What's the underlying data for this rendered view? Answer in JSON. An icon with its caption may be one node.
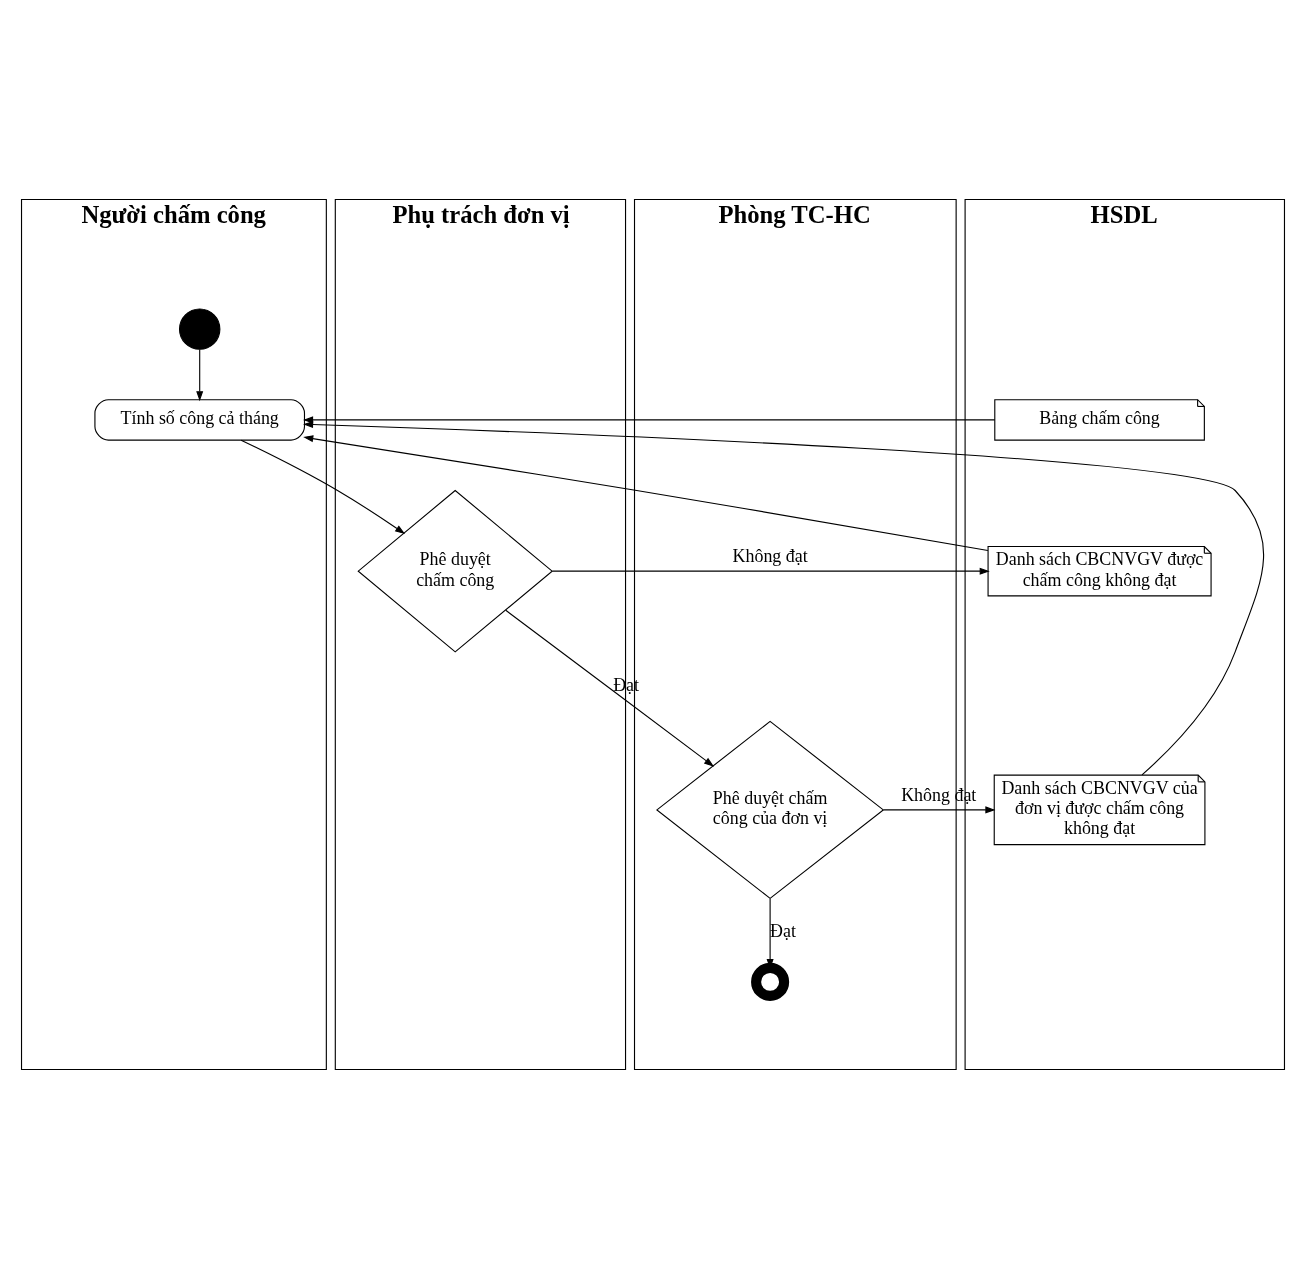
{
  "diagram": {
    "nodes": [
      {
        "text": [
          "Người chấm công"
        ]
      },
      {
        "text": [
          "Phụ trách đơn vị"
        ]
      },
      {
        "text": [
          "Phòng TC-HC"
        ]
      },
      {
        "text": [
          "HSDL"
        ]
      },
      {
        "text": [],
        "shape": "circle",
        "in": 0
      },
      {
        "text": [
          "Tính số công cả tháng"
        ],
        "in": 0
      },
      {
        "text": [
          "Bảng chấm công"
        ],
        "in": 3
      },
      {
        "text": [
          "Phê duyệt chấm công"
        ],
        "in": 1
      },
      {
        "text": [
          "Danh sách CBCNVGV được chấm công không đạt"
        ],
        "in": 3
      },
      {
        "text": [
          "Phê duyệt chấm công của đơn vị"
        ],
        "in": 2
      },
      {
        "text": [
          "Danh sách CBCNVGV của đơn vị được chấm công không đạt"
        ],
        "in": 3
      },
      {
        "text": [],
        "shape": "circle",
        "in": 2
      }
    ],
    "edges": [
      {
        "from": 4,
        "to": 5,
        "arrow": "to"
      },
      {
        "from": 6,
        "to": 5,
        "arrow": "to"
      },
      {
        "from": 5,
        "to": 7,
        "arrow": "to"
      },
      {
        "from": 7,
        "to": 8,
        "arrow": "to",
        "label": "Không đạt"
      },
      {
        "from": 7,
        "to": 9,
        "arrow": "to",
        "label": "Đạt"
      },
      {
        "from": 9,
        "to": 10,
        "arrow": "to",
        "label": "Không đạt"
      },
      {
        "from": 9,
        "to": 11,
        "arrow": "to",
        "label": "Đạt"
      },
      {
        "from": 10,
        "to": 5,
        "arrow": "to"
      },
      {
        "from": 8,
        "to": 5,
        "arrow": "to"
      }
    ]
  }
}
